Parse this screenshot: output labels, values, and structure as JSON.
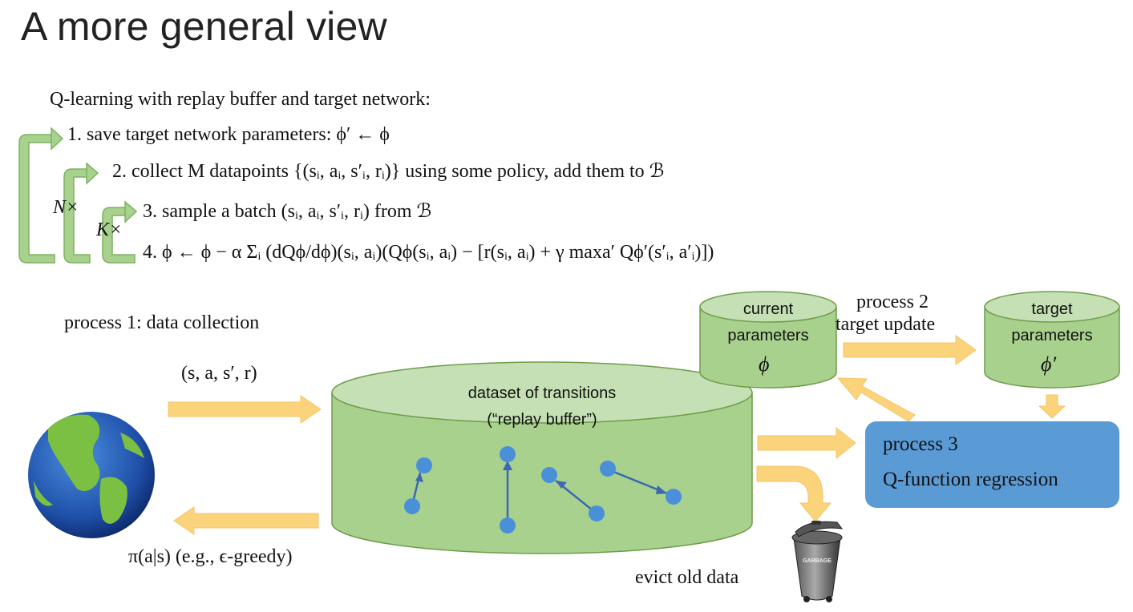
{
  "title": "A more general view",
  "algorithm": {
    "heading": "Q-learning with replay buffer and target network:",
    "step1": "1. save target network parameters: ϕ′ ← ϕ",
    "step2": "2. collect M datapoints {(sᵢ, aᵢ, s′ᵢ, rᵢ)} using some policy, add them to ℬ",
    "step3": "3. sample a batch (sᵢ, aᵢ, s′ᵢ, rᵢ) from ℬ",
    "step4": "4. ϕ ← ϕ − α Σᵢ (dQϕ/dϕ)(sᵢ, aᵢ)(Qϕ(sᵢ, aᵢ) − [r(sᵢ, aᵢ) + γ maxa′ Qϕ′(s′ᵢ, a′ᵢ)])",
    "loop_n": "N×",
    "loop_k": "K×"
  },
  "process1": {
    "label": "process 1: data collection",
    "transition_label": "(s, a, s′, r)",
    "policy_label": "π(a|s) (e.g., ϵ-greedy)"
  },
  "buffer": {
    "line1": "dataset of transitions",
    "line2": "(“replay buffer”)"
  },
  "current_params": {
    "line1": "current",
    "line2": "parameters",
    "symbol": "ϕ"
  },
  "target_params": {
    "line1": "target",
    "line2": "parameters",
    "symbol": "ϕ′"
  },
  "process2": {
    "line1": "process 2",
    "line2": "target update"
  },
  "process3": {
    "line1": "process 3",
    "line2": "Q-function regression"
  },
  "evict": {
    "label": "evict old data",
    "can_text": "GARBAGE"
  },
  "colors": {
    "arrow_fill": "#fbd37a",
    "loop_fill": "#a9d18e",
    "loop_stroke": "#7fb160",
    "cylinder_body": "#a9d18e",
    "cylinder_top": "#c5e0b4",
    "cylinder_stroke": "#6e9c4a",
    "process3_fill": "#5b9bd5",
    "dot_fill": "#4a90d9",
    "dot_line": "#3b68b0"
  }
}
